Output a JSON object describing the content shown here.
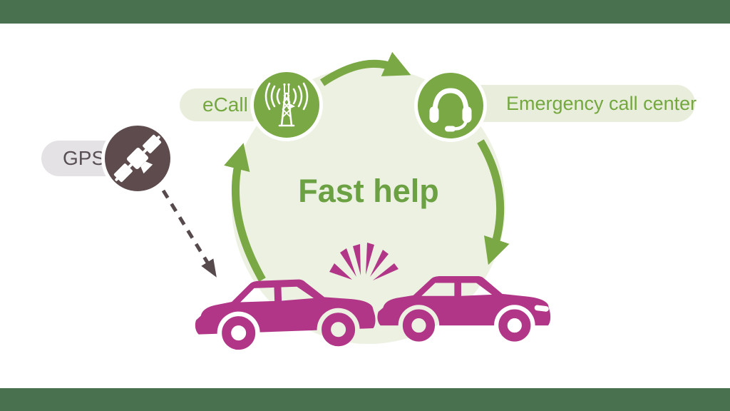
{
  "labels": {
    "gps": "GPS",
    "ecall": "eCall",
    "emergency_call_center": "Emergency call center",
    "fast_help": "Fast help"
  },
  "icons": {
    "satellite": "satellite-icon",
    "cell_tower": "cell-tower-icon",
    "headset": "headset-icon",
    "crash": "crash-starburst",
    "cars": "crashed-cars"
  },
  "colors": {
    "band_green": "#497150",
    "accent_green": "#7aa844",
    "text_green": "#74a83f",
    "fast_help_green": "#6ba142",
    "light_green": "#edf1e2",
    "pill_green": "#e9eedc",
    "gps_pill_bg": "#e5e2e6",
    "gps_text": "#574f54",
    "satellite_circle_bg": "#5d4b4d",
    "dashed_arrow": "#564a4d",
    "magenta": "#b13687",
    "white": "#ffffff"
  }
}
